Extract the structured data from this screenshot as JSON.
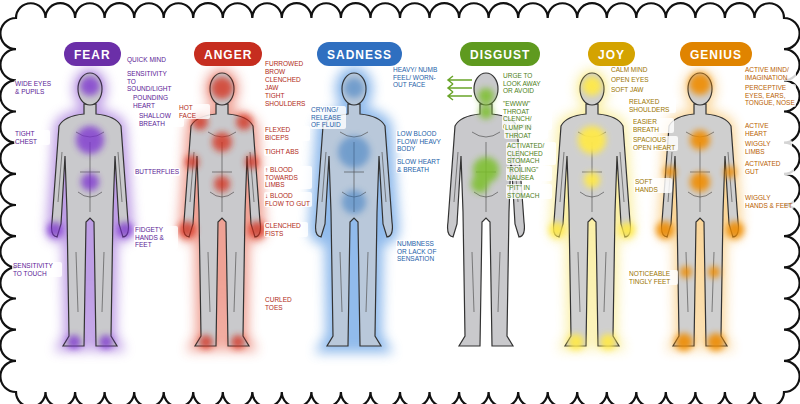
{
  "diagram": {
    "nodes": [
      {
        "text": [
          "FEAR"
        ]
      },
      {
        "text": [
          "ANGER"
        ]
      },
      {
        "text": [
          "SADNESS"
        ]
      },
      {
        "text": [
          "DISGUST"
        ]
      },
      {
        "text": [
          "JOY"
        ]
      },
      {
        "text": [
          "GENIUS"
        ]
      }
    ],
    "labels": [
      "QUICK MIND",
      "SENSITIVITY TO SOUND/LIGHT",
      "WIDE EYES & PUPILS",
      "POUNDING HEART",
      "SHALLOW BREATH",
      "TIGHT CHEST",
      "BUTTERFLIES",
      "FIDGETY HANDS & FEET",
      "SENSITIVITY TO TOUCH",
      "FURROWED BROW",
      "CLENCHED JAW",
      "HOT FACE",
      "TIGHT SHOULDERS",
      "FLEXED BICEPS",
      "TIGHT ABS",
      "↑ BLOOD TOWARDS LIMBS",
      "↓ BLOOD FLOW TO GUT",
      "CLENCHED FISTS",
      "CURLED TOES",
      "CRYING/ RELEASE OF FLUID",
      "HEAVY/ NUMB FEEL/ WORN-OUT FACE",
      "LOW BLOOD FLOW/ HEAVY BODY",
      "SLOW HEART & BREATH",
      "NUMBNESS OR LACK OF SENSATION",
      "URGE TO LOOK AWAY OR AVOID",
      "\"EWWW\" THROAT CLENCH/ CLOSING",
      "LUMP IN THROAT",
      "ACTIVATED/ CLENCHED STOMACH",
      "\"ROILING\" NAUSEA",
      "\"PIT\" IN STOMACH",
      "CALM MIND",
      "OPEN EYES",
      "SOFT JAW",
      "RELAXED SHOULDERS",
      "EASIER BREATH",
      "SPACIOUS OPEN HEART",
      "SOFT HANDS",
      "NOTICEABLE TINGLY FEET",
      "ACTIVE MIND/ IMAGINATION",
      "PERCEPTIVE EYES, EARS, TONGUE, NOSE",
      "ACTIVE HEART",
      "WIGGLY LIMBS",
      "ACTIVATED GUT",
      "WIGGLY HANDS & FEET"
    ]
  }
}
